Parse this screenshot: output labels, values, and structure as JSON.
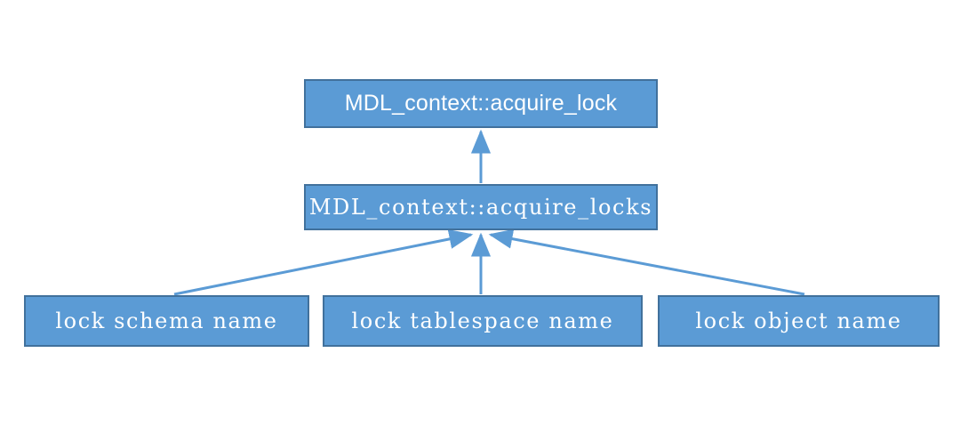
{
  "diagram": {
    "type": "call-graph",
    "background_color": "#ffffff",
    "node_fill_color": "#5B9BD5",
    "node_border_color": "#41719C",
    "node_text_color": "#FFFFFF",
    "edge_color": "#5B9BD5",
    "nodes": [
      {
        "id": "acquire-lock",
        "label": "MDL_context::acquire_lock",
        "font_style": "sans",
        "level": 0
      },
      {
        "id": "acquire-locks",
        "label": "MDL_context::acquire_locks",
        "font_style": "mono",
        "level": 1
      },
      {
        "id": "lock-schema",
        "label": "lock schema name",
        "font_style": "mono",
        "level": 2
      },
      {
        "id": "lock-tablespace",
        "label": "lock tablespace name",
        "font_style": "mono",
        "level": 2
      },
      {
        "id": "lock-object",
        "label": "lock object name",
        "font_style": "mono",
        "level": 2
      }
    ],
    "edges": [
      {
        "id": "edge-locks-to-lock",
        "from": "acquire-locks",
        "to": "acquire-lock",
        "arrow": "up"
      },
      {
        "id": "edge-schema-to-locks",
        "from": "lock-schema",
        "to": "acquire-locks",
        "arrow": "up-right"
      },
      {
        "id": "edge-tablespace-to-locks",
        "from": "lock-tablespace",
        "to": "acquire-locks",
        "arrow": "up"
      },
      {
        "id": "edge-object-to-locks",
        "from": "lock-object",
        "to": "acquire-locks",
        "arrow": "up-left"
      }
    ]
  }
}
